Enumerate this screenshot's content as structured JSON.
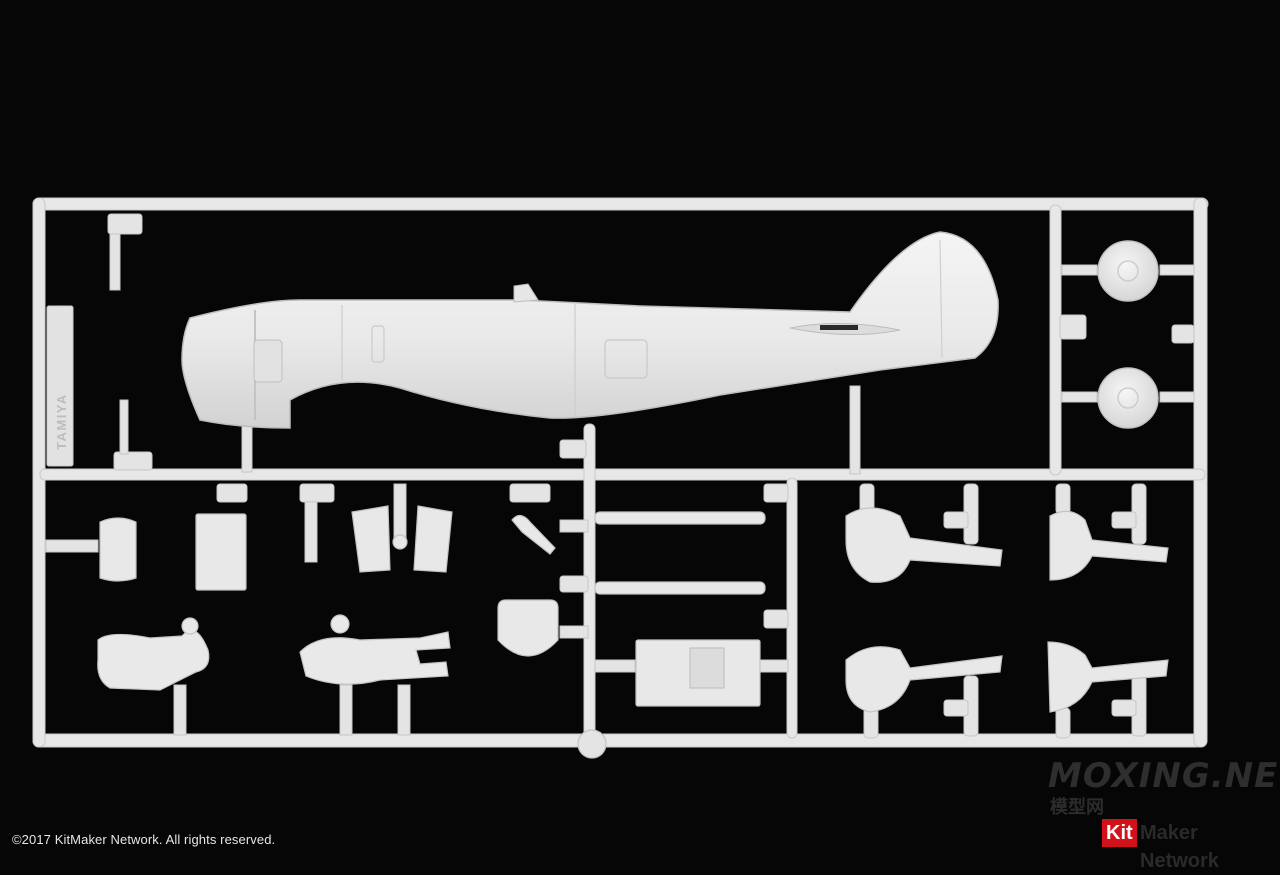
{
  "photo": {
    "subject": "TAMIYA",
    "copyright": "©2017 KitMaker Network. All rights reserved.",
    "watermark": {
      "main": "MOXING.NET",
      "sub": "模型网"
    },
    "logo": {
      "kit": "Kit",
      "rest": "Maker Network"
    }
  }
}
